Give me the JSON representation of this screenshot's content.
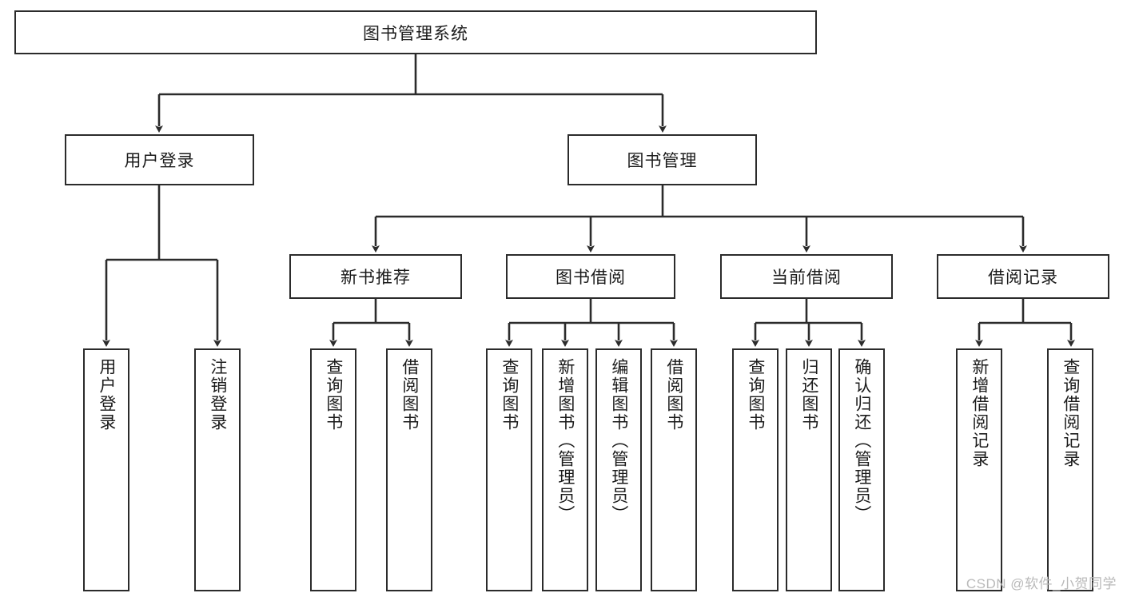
{
  "diagram": {
    "title": "图书管理系统",
    "root": {
      "id": "root",
      "label": "图书管理系统"
    },
    "level2": [
      {
        "id": "user-login",
        "label": "用户登录"
      },
      {
        "id": "book-manage",
        "label": "图书管理"
      }
    ],
    "level3": [
      {
        "id": "new-book-recommend",
        "label": "新书推荐"
      },
      {
        "id": "book-borrow",
        "label": "图书借阅"
      },
      {
        "id": "current-borrow",
        "label": "当前借阅"
      },
      {
        "id": "borrow-record",
        "label": "借阅记录"
      }
    ],
    "leaves": [
      {
        "id": "leaf-user-login",
        "label": "用户登录",
        "parent": "user-login"
      },
      {
        "id": "leaf-logout-login",
        "label": "注销登录",
        "parent": "user-login"
      },
      {
        "id": "leaf-query-book-1",
        "label": "查询图书",
        "parent": "new-book-recommend"
      },
      {
        "id": "leaf-borrow-book-1",
        "label": "借阅图书",
        "parent": "new-book-recommend"
      },
      {
        "id": "leaf-query-book-2",
        "label": "查询图书",
        "parent": "book-borrow"
      },
      {
        "id": "leaf-add-book",
        "label": "新增图书（管理员）",
        "parent": "book-borrow"
      },
      {
        "id": "leaf-edit-book",
        "label": "编辑图书（管理员）",
        "parent": "book-borrow"
      },
      {
        "id": "leaf-borrow-book-2",
        "label": "借阅图书",
        "parent": "book-borrow"
      },
      {
        "id": "leaf-query-book-3",
        "label": "查询图书",
        "parent": "current-borrow"
      },
      {
        "id": "leaf-return-book",
        "label": "归还图书",
        "parent": "current-borrow"
      },
      {
        "id": "leaf-confirm-return",
        "label": "确认归还（管理员）",
        "parent": "current-borrow"
      },
      {
        "id": "leaf-add-record",
        "label": "新增借阅记录",
        "parent": "borrow-record"
      },
      {
        "id": "leaf-query-record",
        "label": "查询借阅记录",
        "parent": "borrow-record"
      }
    ],
    "watermark": "CSDN @软件_小贺同学",
    "colors": {
      "border": "#2b2b2b",
      "text": "#1b1b1b",
      "edge": "#2b2b2b",
      "background": "#ffffff",
      "watermark": "#b9b9b9"
    }
  }
}
